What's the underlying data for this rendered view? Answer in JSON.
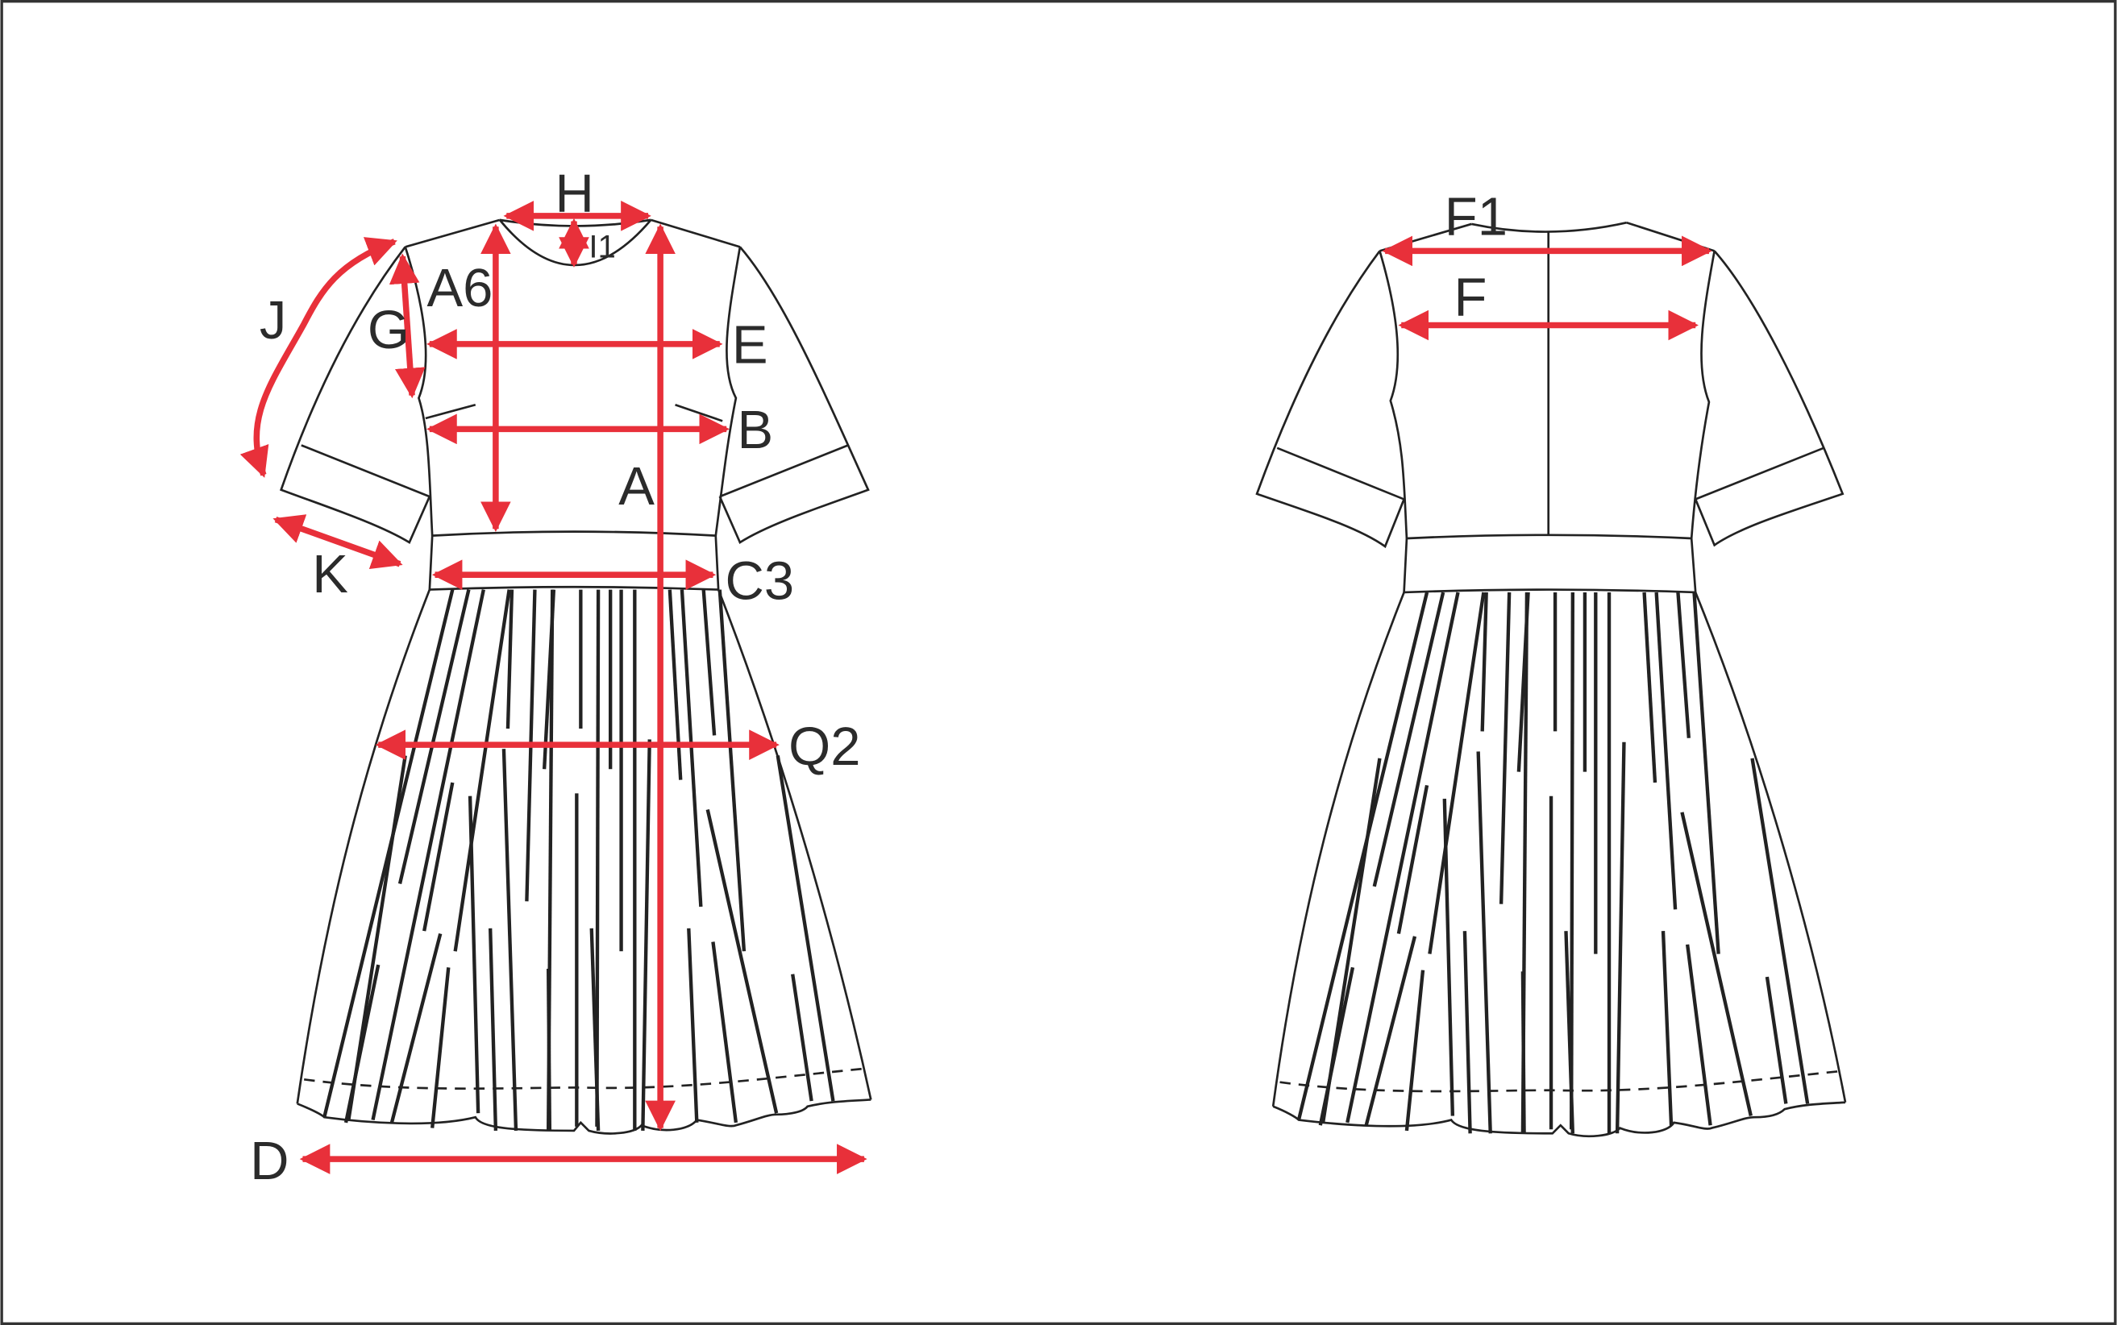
{
  "diagram": {
    "accent_color": "#e8303a",
    "front_labels": {
      "H": "H",
      "I1": "I1",
      "A6": "A6",
      "J": "J",
      "G": "G",
      "E": "E",
      "B": "B",
      "A": "A",
      "K": "K",
      "C3": "C3",
      "Q2": "Q2",
      "D": "D"
    },
    "back_labels": {
      "F1": "F1",
      "F": "F"
    }
  }
}
